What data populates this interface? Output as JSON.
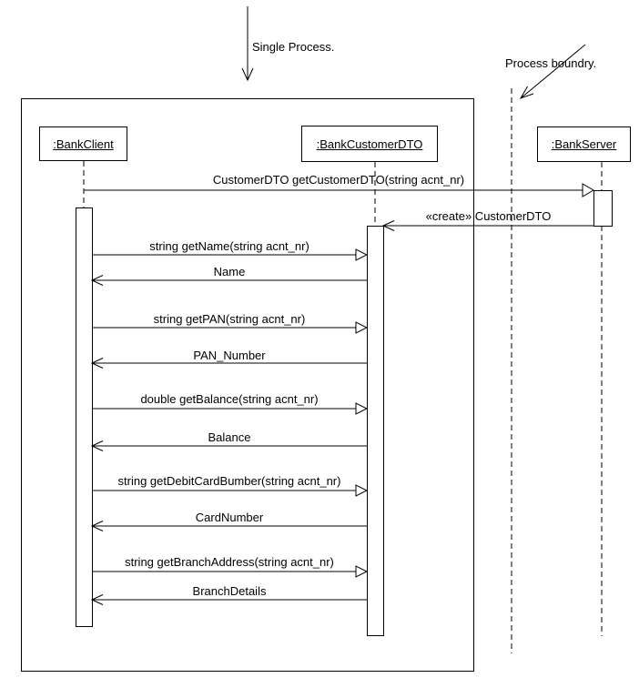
{
  "diagram": {
    "type": "uml-sequence",
    "colors": {
      "line": "#000000",
      "background": "#ffffff"
    },
    "annotations": {
      "single_process": "Single Process.",
      "process_boundary": "Process boundry."
    },
    "lifelines": [
      {
        "name": ":BankClient"
      },
      {
        "name": ":BankCustomerDTO"
      },
      {
        "name": ":BankServer"
      }
    ],
    "messages": [
      {
        "label": "CustomerDTO getCustomerDTO(string acnt_nr)",
        "from": ":BankClient",
        "to": ":BankServer",
        "kind": "synchronous-call"
      },
      {
        "label": "«create» CustomerDTO",
        "from": ":BankServer",
        "to": ":BankCustomerDTO",
        "kind": "create"
      },
      {
        "label": "string getName(string acnt_nr)",
        "from": ":BankClient",
        "to": ":BankCustomerDTO",
        "kind": "synchronous-call"
      },
      {
        "label": "Name",
        "from": ":BankCustomerDTO",
        "to": ":BankClient",
        "kind": "return"
      },
      {
        "label": "string getPAN(string acnt_nr)",
        "from": ":BankClient",
        "to": ":BankCustomerDTO",
        "kind": "synchronous-call"
      },
      {
        "label": "PAN_Number",
        "from": ":BankCustomerDTO",
        "to": ":BankClient",
        "kind": "return"
      },
      {
        "label": "double getBalance(string acnt_nr)",
        "from": ":BankClient",
        "to": ":BankCustomerDTO",
        "kind": "synchronous-call"
      },
      {
        "label": "Balance",
        "from": ":BankCustomerDTO",
        "to": ":BankClient",
        "kind": "return"
      },
      {
        "label": "string getDebitCardBumber(string acnt_nr)",
        "from": ":BankClient",
        "to": ":BankCustomerDTO",
        "kind": "synchronous-call"
      },
      {
        "label": "CardNumber",
        "from": ":BankCustomerDTO",
        "to": ":BankClient",
        "kind": "return"
      },
      {
        "label": "string getBranchAddress(string acnt_nr)",
        "from": ":BankClient",
        "to": ":BankCustomerDTO",
        "kind": "synchronous-call"
      },
      {
        "label": "BranchDetails",
        "from": ":BankCustomerDTO",
        "to": ":BankClient",
        "kind": "return"
      }
    ]
  }
}
